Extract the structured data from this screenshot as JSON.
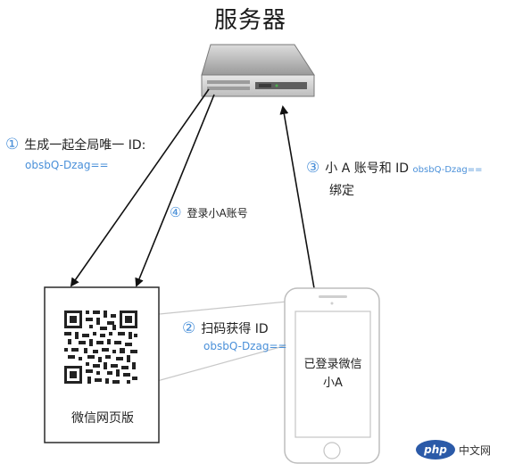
{
  "title": "服务器",
  "steps": [
    {
      "num": "①",
      "text": "生成一起全局唯一 ID:",
      "id": "obsbQ-Dzag=="
    },
    {
      "num": "②",
      "text": "扫码获得 ID",
      "id": "obsbQ-Dzag=="
    },
    {
      "num": "③",
      "text": "小 A 账号和 ID",
      "id": "obsbQ-Dzag==",
      "suffix": "绑定"
    },
    {
      "num": "④",
      "text": "登录小A账号"
    }
  ],
  "webpage_label": "微信网页版",
  "phone_text": [
    "已登录微信",
    "小A"
  ],
  "watermark": {
    "logo": "php",
    "text": "中文网"
  },
  "colors": {
    "accent": "#4a90d9",
    "line": "#111111",
    "faint_line": "#c8c8c8"
  }
}
